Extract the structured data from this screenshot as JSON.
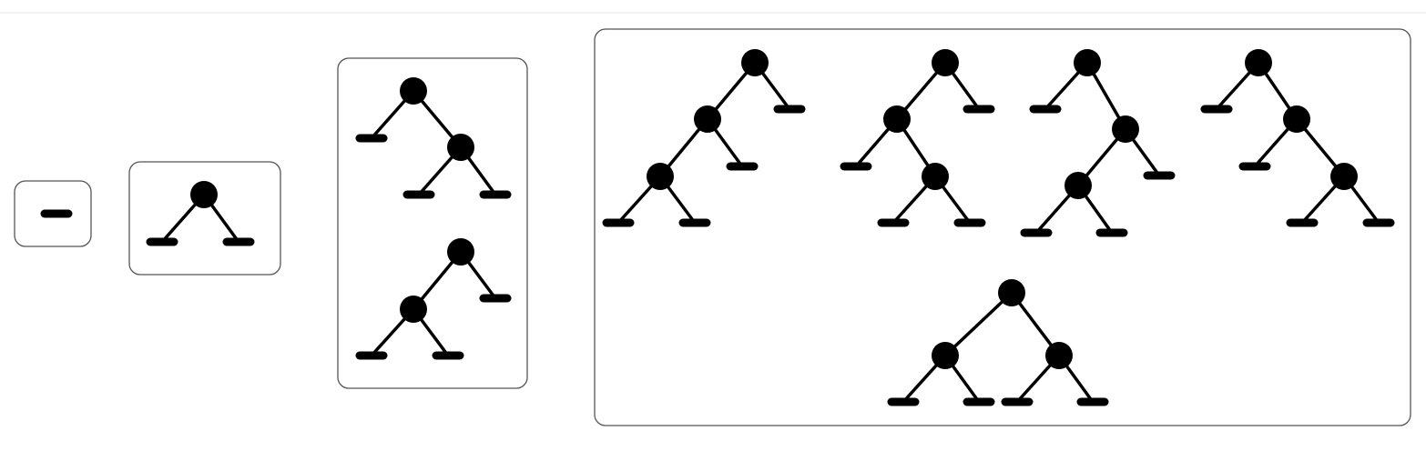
{
  "diagram": {
    "description_kind": "binary-tree-shapes",
    "colors": {
      "ink": "#000000",
      "box_border": "#555555",
      "background": "#ffffff",
      "top_rule": "#e6e6e6"
    },
    "groups": [
      {
        "internal_nodes": 0,
        "tree_count": 1
      },
      {
        "internal_nodes": 1,
        "tree_count": 1
      },
      {
        "internal_nodes": 2,
        "tree_count": 2
      },
      {
        "internal_nodes": 3,
        "tree_count": 5
      }
    ]
  }
}
